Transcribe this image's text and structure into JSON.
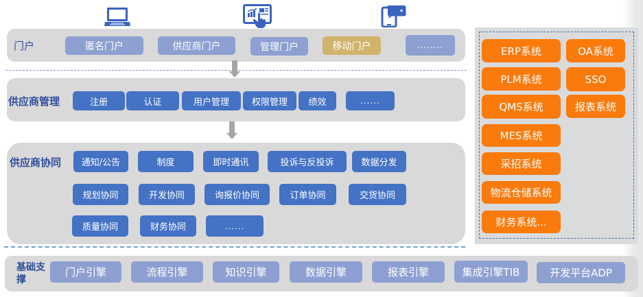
{
  "icons": {
    "laptop": "laptop-icon",
    "tablet_touch": "tablet-touch-chart-icon",
    "mobile_chat": "mobile-chat-icon"
  },
  "colors": {
    "layer_bg": "#d9d9d9",
    "label_text": "#2f4e9c",
    "portal_button": "#8ea0d1",
    "mobile_portal_button": "#d1b36c",
    "module_button": "#4472c4",
    "system_button": "#fa7a0c",
    "arrow": "#a6a6a6",
    "icon_blue": "#3a63c0"
  },
  "portal": {
    "label": "门户",
    "items": [
      "匿名门户",
      "供应商门户",
      "管理门户",
      "移动门户",
      "........"
    ]
  },
  "supplier_management": {
    "label": "供应商管理",
    "items": [
      "注册",
      "认证",
      "用户管理",
      "权限管理",
      "绩效",
      "......"
    ]
  },
  "supplier_collaboration": {
    "label": "供应商协同",
    "rows": [
      [
        "通知/公告",
        "制度",
        "即时通讯",
        "投诉与反投诉",
        "数据分发"
      ],
      [
        "规划协同",
        "开发协同",
        "询报价协同",
        "订单协同",
        "交货协同"
      ],
      [
        "质量协同",
        "财务协同",
        "......"
      ]
    ]
  },
  "foundation": {
    "label_line1": "基础支",
    "label_line2": "撑",
    "items": [
      "门户引擎",
      "流程引擎",
      "知识引擎",
      "数据引擎",
      "报表引擎",
      "集成引擎TIB",
      "开发平台ADP"
    ]
  },
  "external_systems": {
    "left_column": [
      "ERP系统",
      "PLM系统",
      "QMS系统",
      "MES系统",
      "采招系统",
      "物流仓储系统",
      "财务系统..."
    ],
    "right_column": [
      "OA系统",
      "SSO",
      "报表系统"
    ]
  }
}
